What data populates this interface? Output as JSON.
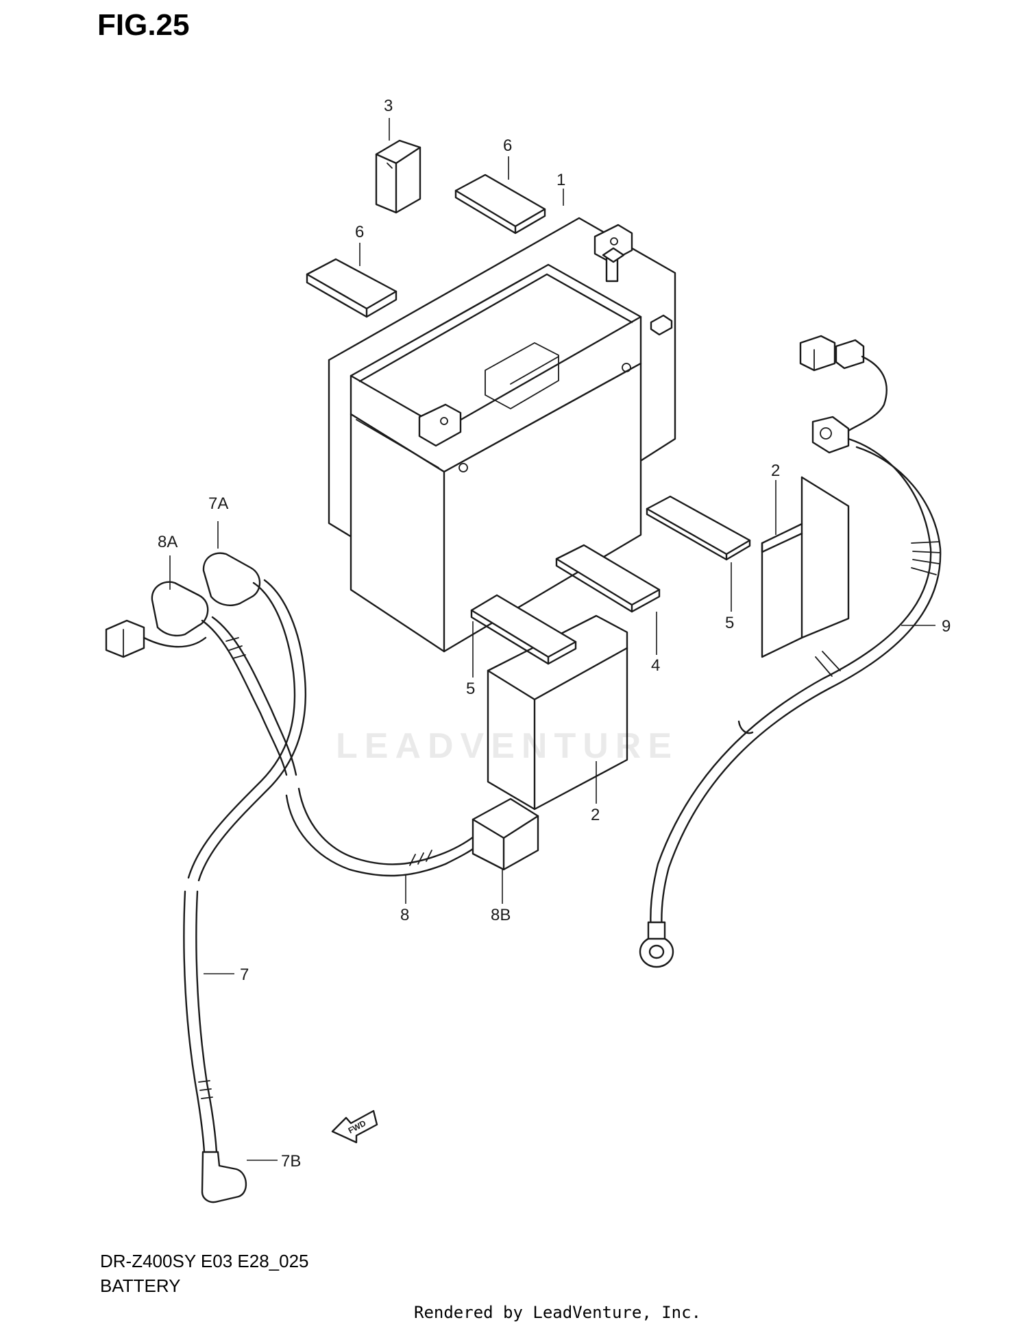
{
  "figure": {
    "title": "FIG.25",
    "model_code": "DR-Z400SY E03 E28_025",
    "section_name": "BATTERY",
    "credit": "Rendered by LeadVenture, Inc.",
    "watermark": "LEADVENTURE"
  },
  "callouts": {
    "c1": "1",
    "c2a": "2",
    "c2b": "2",
    "c3": "3",
    "c4": "4",
    "c5a": "5",
    "c5b": "5",
    "c6a": "6",
    "c6b": "6",
    "c7": "7",
    "c7a": "7A",
    "c7b": "7B",
    "c8": "8",
    "c8a": "8A",
    "c8b": "8B",
    "c9": "9",
    "fwd": "FWD"
  },
  "colors": {
    "line": "#1a1a1a",
    "background": "#ffffff"
  }
}
